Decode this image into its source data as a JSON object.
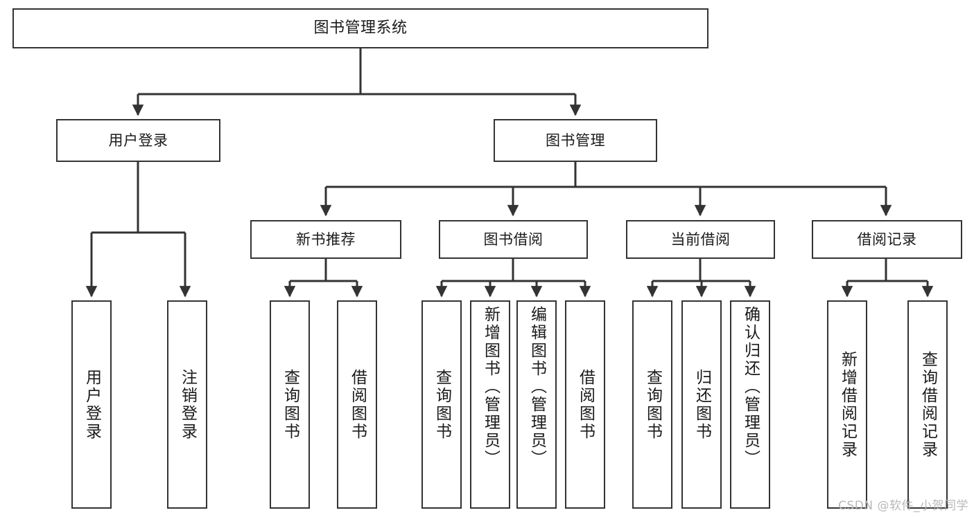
{
  "diagram": {
    "type": "tree-hierarchy",
    "title": "图书管理系统",
    "root": {
      "id": "root",
      "label": "图书管理系统"
    },
    "level2": [
      {
        "id": "user-login",
        "label": "用户登录"
      },
      {
        "id": "book-management",
        "label": "图书管理"
      }
    ],
    "level3": [
      {
        "id": "new-book-recommend",
        "label": "新书推荐",
        "parent": "book-management"
      },
      {
        "id": "book-borrow",
        "label": "图书借阅",
        "parent": "book-management"
      },
      {
        "id": "current-borrow",
        "label": "当前借阅",
        "parent": "book-management"
      },
      {
        "id": "borrow-record",
        "label": "借阅记录",
        "parent": "book-management"
      }
    ],
    "leaves": {
      "user_login": [
        {
          "id": "leaf-user-login",
          "label": "用户登录"
        },
        {
          "id": "leaf-logout",
          "label": "注销登录"
        }
      ],
      "new_book_recommend": [
        {
          "id": "leaf-query-book-1",
          "label": "查询图书"
        },
        {
          "id": "leaf-borrow-book-1",
          "label": "借阅图书"
        }
      ],
      "book_borrow": [
        {
          "id": "leaf-query-book-2",
          "label": "查询图书"
        },
        {
          "id": "leaf-add-book",
          "label": "新增图书（管理员）"
        },
        {
          "id": "leaf-edit-book",
          "label": "编辑图书（管理员）"
        },
        {
          "id": "leaf-borrow-book-2",
          "label": "借阅图书"
        }
      ],
      "current_borrow": [
        {
          "id": "leaf-query-book-3",
          "label": "查询图书"
        },
        {
          "id": "leaf-return-book",
          "label": "归还图书"
        },
        {
          "id": "leaf-confirm-return",
          "label": "确认归还（管理员）"
        }
      ],
      "borrow_record": [
        {
          "id": "leaf-add-record",
          "label": "新增借阅记录"
        },
        {
          "id": "leaf-query-record",
          "label": "查询借阅记录"
        }
      ]
    }
  },
  "watermark": {
    "text": "CSDN @软件_小贺同学"
  },
  "colors": {
    "background": "#ffffff",
    "box_border": "#333333",
    "box_fill": "#ffffff",
    "text": "#1a1a1a",
    "edge": "#333333",
    "watermark": "#b8b8b8"
  }
}
